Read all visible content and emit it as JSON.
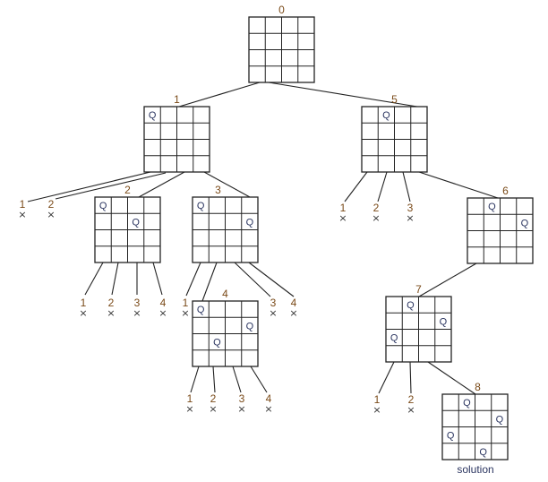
{
  "queen_symbol": "Q",
  "dead_end_symbol": "×",
  "solution_label": "solution",
  "boards": [
    {
      "label": "0",
      "queens": []
    },
    {
      "label": "1",
      "queens": [
        [
          0,
          0
        ]
      ]
    },
    {
      "label": "2",
      "queens": [
        [
          0,
          0
        ],
        [
          1,
          2
        ]
      ]
    },
    {
      "label": "3",
      "queens": [
        [
          0,
          0
        ],
        [
          1,
          3
        ]
      ]
    },
    {
      "label": "4",
      "queens": [
        [
          0,
          0
        ],
        [
          1,
          3
        ],
        [
          2,
          1
        ]
      ]
    },
    {
      "label": "5",
      "queens": [
        [
          0,
          1
        ]
      ]
    },
    {
      "label": "6",
      "queens": [
        [
          0,
          1
        ],
        [
          1,
          3
        ]
      ]
    },
    {
      "label": "7",
      "queens": [
        [
          0,
          1
        ],
        [
          1,
          3
        ],
        [
          2,
          0
        ]
      ]
    },
    {
      "label": "8",
      "queens": [
        [
          0,
          1
        ],
        [
          1,
          3
        ],
        [
          2,
          0
        ],
        [
          3,
          2
        ]
      ]
    }
  ],
  "dead_ends": [
    {
      "parent": "1",
      "labels": [
        "1",
        "2"
      ]
    },
    {
      "parent": "2",
      "labels": [
        "1",
        "2",
        "3",
        "4"
      ]
    },
    {
      "parent": "3",
      "labels": [
        "1",
        "3",
        "4"
      ]
    },
    {
      "parent": "4",
      "labels": [
        "1",
        "2",
        "3",
        "4"
      ]
    },
    {
      "parent": "5",
      "labels": [
        "1",
        "2",
        "3"
      ]
    },
    {
      "parent": "7",
      "labels": [
        "1",
        "2"
      ]
    }
  ]
}
